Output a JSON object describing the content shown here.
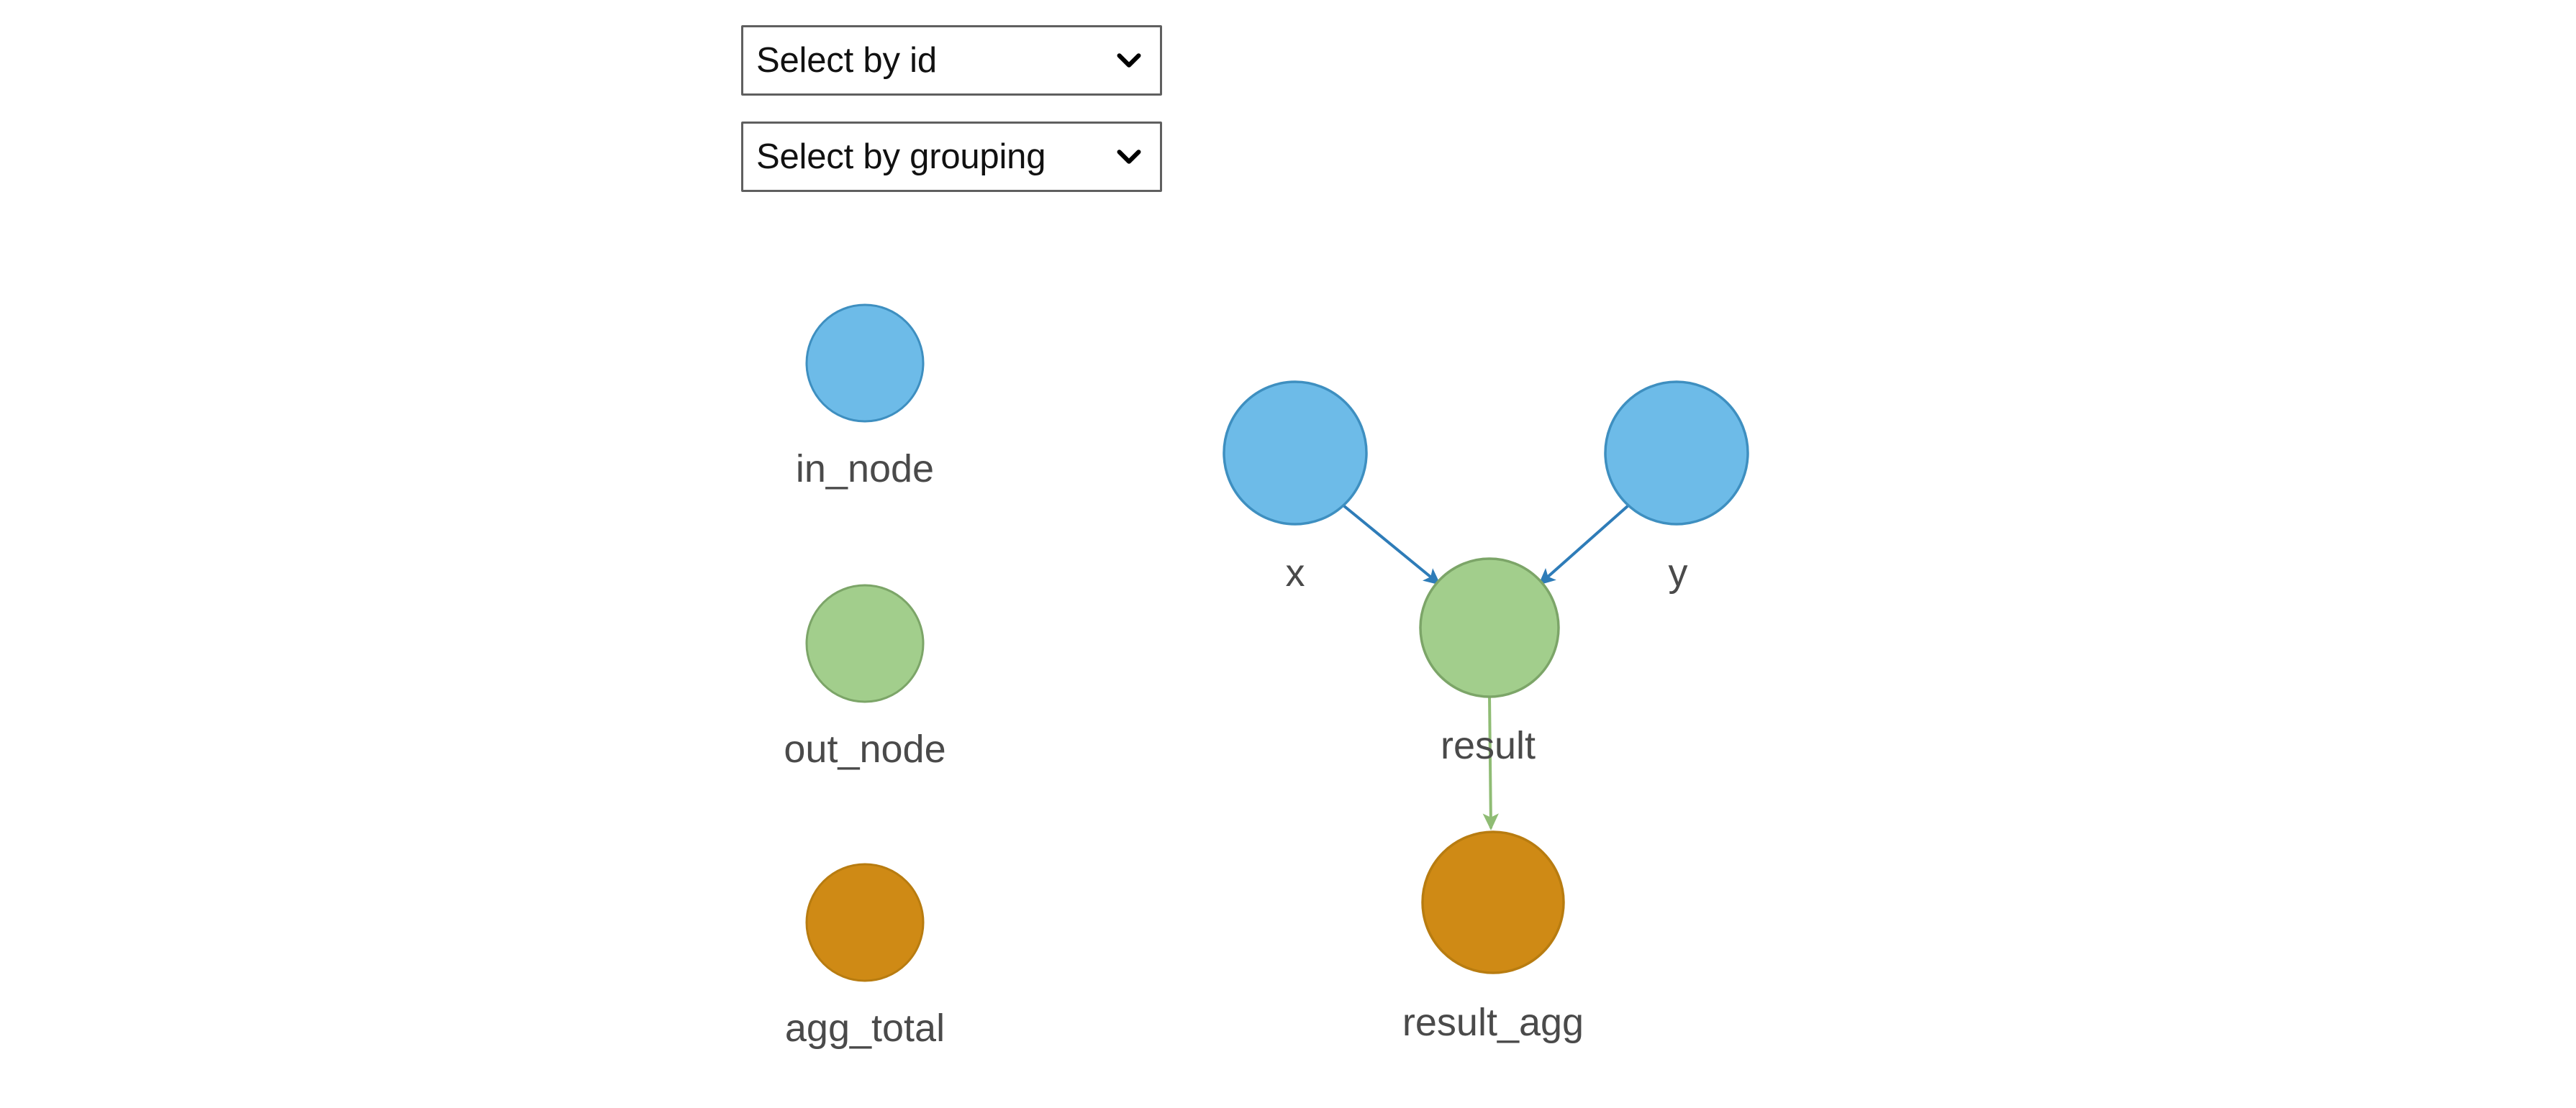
{
  "controls": {
    "select_by_id": {
      "label": "Select by id",
      "icon": "chevron-down-icon"
    },
    "select_by_grouping": {
      "label": "Select by grouping",
      "icon": "chevron-down-icon"
    }
  },
  "legend": {
    "items": [
      {
        "label": "in_node",
        "fill": "#6DBBE8",
        "stroke": "#3E8FC0"
      },
      {
        "label": "out_node",
        "fill": "#A2CE8C",
        "stroke": "#7CA568"
      },
      {
        "label": "agg_total",
        "fill": "#CF8A15",
        "stroke": "#B87C10"
      }
    ]
  },
  "graph": {
    "nodes": [
      {
        "id": "x_src",
        "label": "",
        "group": "in_node",
        "fill": "#6DBBE8",
        "stroke": "#3E8FC0"
      },
      {
        "id": "y_src",
        "label": "",
        "group": "in_node",
        "fill": "#6DBBE8",
        "stroke": "#3E8FC0"
      },
      {
        "id": "result",
        "label": "",
        "group": "out_node",
        "fill": "#A2CE8C",
        "stroke": "#7CA568"
      },
      {
        "id": "result_agg",
        "label": "result_agg",
        "group": "agg_total",
        "fill": "#CF8A15",
        "stroke": "#B87C10"
      }
    ],
    "edges": [
      {
        "from": "x_src",
        "to": "result",
        "label": "x",
        "color": "#2E7CB8"
      },
      {
        "from": "y_src",
        "to": "result",
        "label": "y",
        "color": "#2E7CB8"
      },
      {
        "from": "result",
        "to": "result_agg",
        "label": "result",
        "color": "#8FBC74"
      }
    ]
  },
  "colors": {
    "background": "#FFFFFF",
    "node_blue": "#6DBBE8",
    "node_green": "#A2CE8C",
    "node_orange": "#CF8A15",
    "edge_blue": "#2E7CB8",
    "edge_green": "#8FBC74",
    "label_text": "#4A4A4A"
  }
}
